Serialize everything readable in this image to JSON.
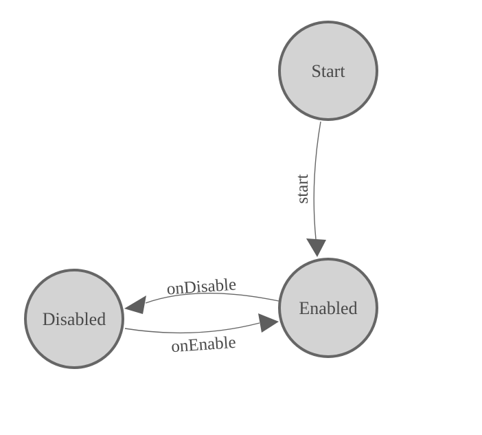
{
  "diagram": {
    "type": "state-machine",
    "background_color": "#ffffff",
    "node_fill_color": "#d3d3d3",
    "node_stroke_color": "#666666",
    "label_text_color": "#494949",
    "edge_line_color": "#666666",
    "arrowhead_color": "#5e5e5e",
    "nodes": [
      {
        "id": "start",
        "label": "Start"
      },
      {
        "id": "enabled",
        "label": "Enabled"
      },
      {
        "id": "disabled",
        "label": "Disabled"
      }
    ],
    "edges": [
      {
        "from": "Start",
        "to": "Enabled",
        "label": "start"
      },
      {
        "from": "Enabled",
        "to": "Disabled",
        "label": "onDisable"
      },
      {
        "from": "Disabled",
        "to": "Enabled",
        "label": "onEnable"
      }
    ]
  }
}
